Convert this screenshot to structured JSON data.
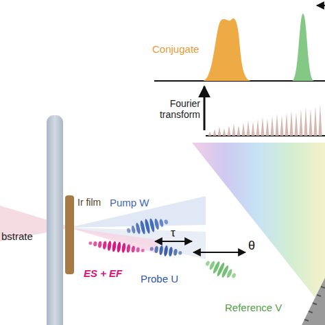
{
  "diagram": {
    "labels": [
      "Conjugate",
      "Fourier transform",
      "bstrate",
      "Ir film",
      "Pump W",
      "ES + EF",
      "τ",
      "θ",
      "Probe U",
      "Reference V"
    ]
  }
}
